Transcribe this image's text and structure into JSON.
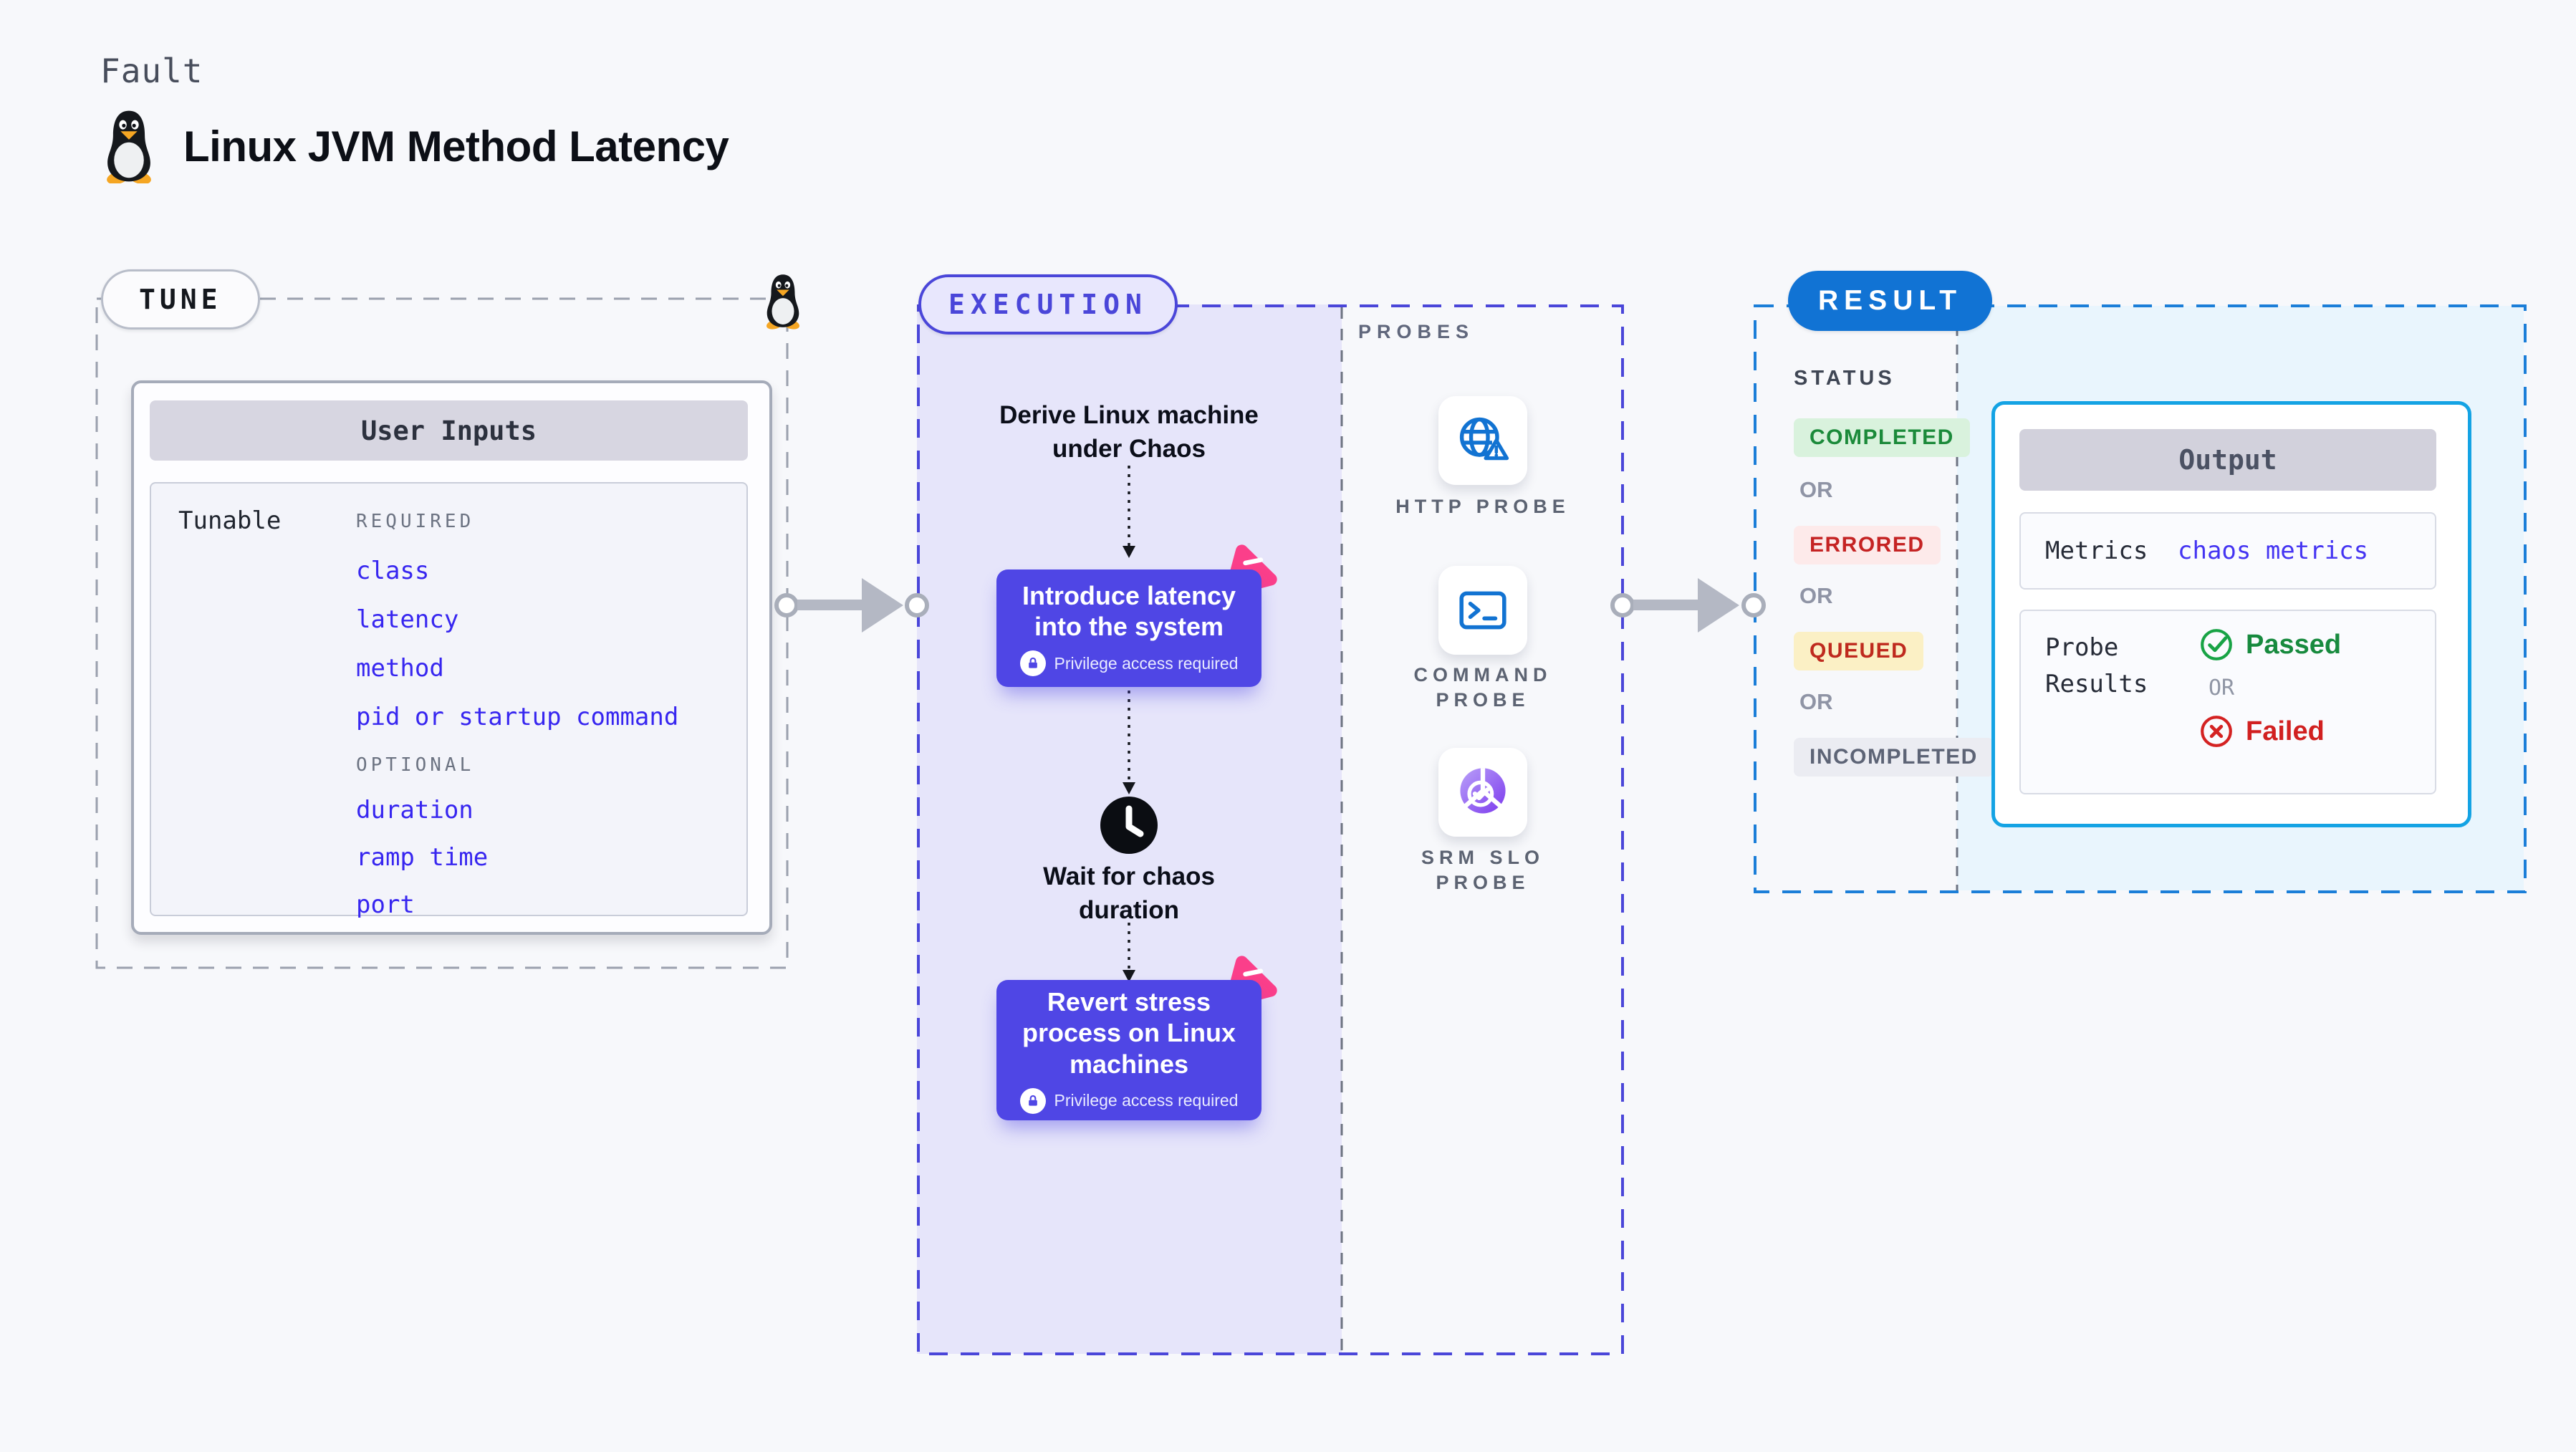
{
  "page": {
    "kicker": "Fault",
    "title": "Linux JVM Method Latency"
  },
  "tune": {
    "badge": "TUNE",
    "card_title": "User Inputs",
    "row_label": "Tunable",
    "required_label": "REQUIRED",
    "required_items": [
      "class",
      "latency",
      "method",
      "pid or startup command"
    ],
    "optional_label": "OPTIONAL",
    "optional_items": [
      "duration",
      "ramp time",
      "port"
    ]
  },
  "execution": {
    "badge": "EXECUTION",
    "derive_step": "Derive Linux machine under Chaos",
    "inject_node": {
      "title": "Introduce latency into the system",
      "note": "Privilege access required"
    },
    "wait_step": "Wait for chaos duration",
    "revert_node": {
      "title": "Revert stress process on Linux machines",
      "note": "Privilege access required"
    }
  },
  "probes": {
    "label": "PROBES",
    "items": [
      {
        "name": "HTTP PROBE",
        "icon": "globe-alert-icon"
      },
      {
        "name": "COMMAND PROBE",
        "icon": "terminal-icon"
      },
      {
        "name": "SRM SLO PROBE",
        "icon": "slo-donut-icon"
      }
    ]
  },
  "result": {
    "badge": "RESULT",
    "status_label": "STATUS",
    "or_label": "OR",
    "statuses": [
      {
        "label": "COMPLETED",
        "bg": "#d9f2dd",
        "color": "#1b8a3a"
      },
      {
        "label": "ERRORED",
        "bg": "#fdeaea",
        "color": "#c52323"
      },
      {
        "label": "QUEUED",
        "bg": "#fbf0c5",
        "color": "#bf2a1e"
      },
      {
        "label": "INCOMPLETED",
        "bg": "#ebecf2",
        "color": "#5d6476"
      }
    ],
    "output": {
      "title": "Output",
      "metrics_label": "Metrics",
      "metrics_value": "chaos metrics",
      "probe_results_label": "Probe Results",
      "passed_label": "Passed",
      "or_label": "OR",
      "failed_label": "Failed"
    }
  },
  "colors": {
    "accent_indigo": "#4f46e5",
    "accent_blue": "#1173d4",
    "output_border_cyan": "#14a3e4",
    "link_blue": "#3726f0",
    "passed_green": "#18a345",
    "failed_red": "#d42222",
    "chaos_pink": "#fb3f8a"
  }
}
